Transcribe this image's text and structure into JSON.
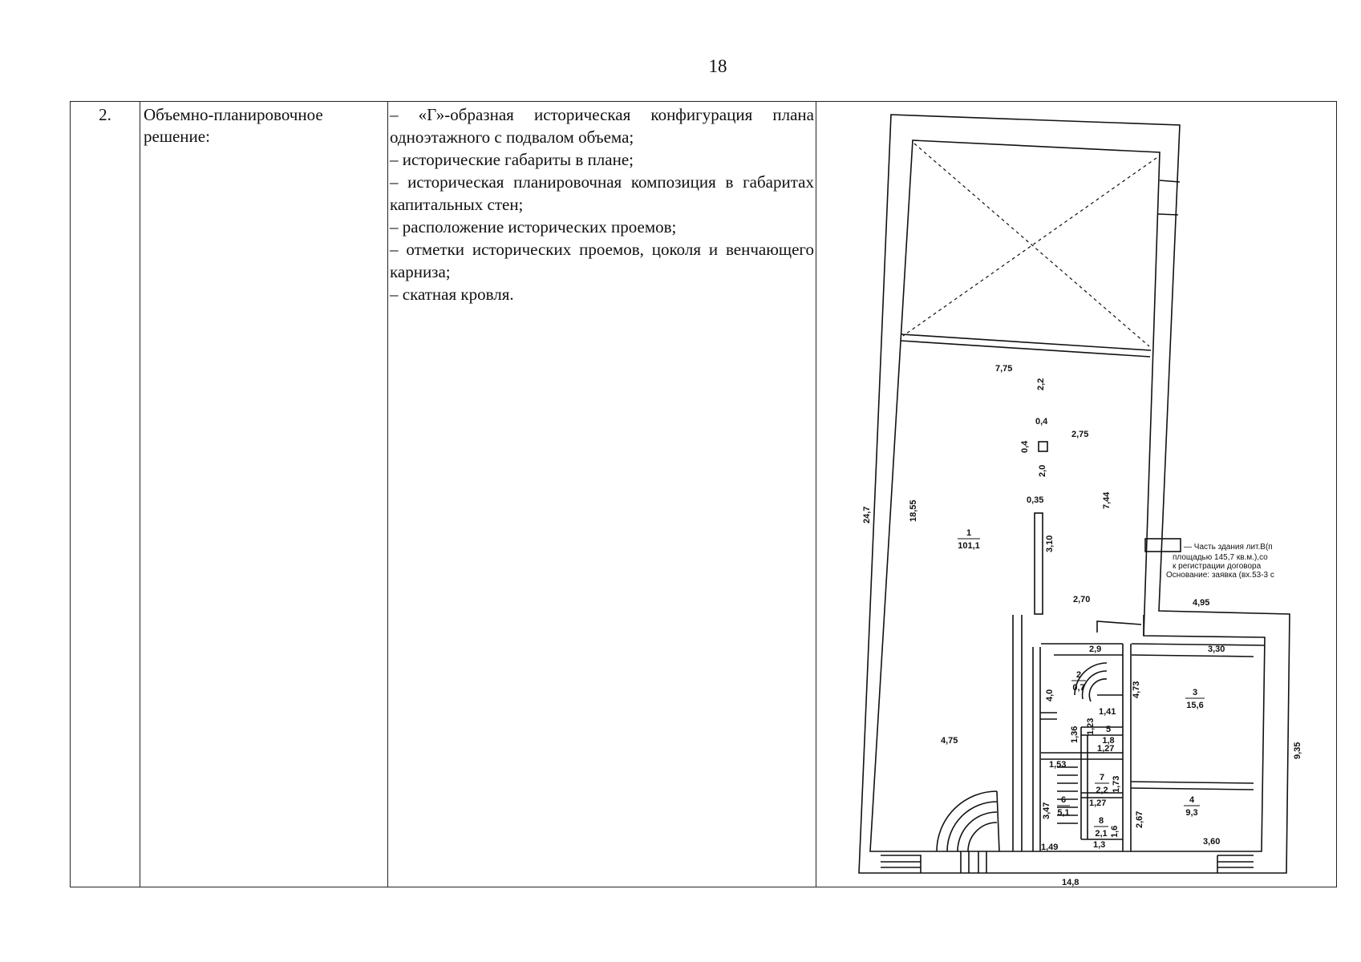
{
  "page_number": "18",
  "row": {
    "number": "2.",
    "title": "Объемно-планировочное решение:",
    "items": [
      "– «Г»-образная историческая конфигурация плана одноэтажного с подвалом объема;",
      "– исторические габариты в плане;",
      "– историческая планировочная композиция в габаритах капитальных стен;",
      "– расположение исторических проемов;",
      "– отметки исторических проемов, цоколя и венчающего карниза;",
      "– скатная кровля."
    ]
  },
  "plan": {
    "dims": {
      "d775": "7,75",
      "d22": "2,2",
      "d04a": "0,4",
      "d04b": "0,4",
      "d275": "2,75",
      "d20": "2,0",
      "d035": "0,35",
      "d744": "7,44",
      "d247": "24,7",
      "d1855": "18,55",
      "d310": "3,10",
      "d270": "2,70",
      "d495": "4,95",
      "d29": "2,9",
      "d330": "3,30",
      "d40": "4,0",
      "d473": "4,73",
      "d141": "1,41",
      "d123": "1,23",
      "d136": "1,36",
      "d127a": "1,27",
      "d475": "4,75",
      "d153": "1,53",
      "d173": "1,73",
      "d347": "3,47",
      "d127b": "1,27",
      "d267": "2,67",
      "d16": "1,6",
      "d149": "1,49",
      "d13": "1,3",
      "d360": "3,60",
      "d935": "9,35",
      "d148": "14,8"
    },
    "rooms": [
      {
        "num": "1",
        "area": "101,1"
      },
      {
        "num": "2",
        "area": "0,7"
      },
      {
        "num": "3",
        "area": "15,6"
      },
      {
        "num": "5",
        "area": "1,8"
      },
      {
        "num": "7",
        "area": "2,2"
      },
      {
        "num": "6",
        "area": "5,1"
      },
      {
        "num": "4",
        "area": "9,3"
      },
      {
        "num": "8",
        "area": "2,1"
      }
    ],
    "legend": [
      "— Часть здания лит.В(п",
      "площадью 145,7 кв.м.),со",
      "к регистрации договора",
      "Основание: заявка (вх.53-3 с"
    ]
  }
}
